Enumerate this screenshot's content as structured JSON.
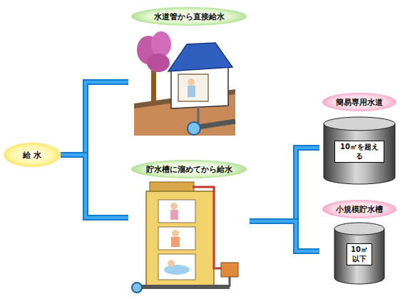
{
  "diagram": {
    "nodes": [
      {
        "text": [
          "給 水"
        ]
      },
      {
        "text": [
          "水道管から直接給水"
        ]
      },
      {
        "text": [
          "貯水槽に溜めてから給水"
        ]
      },
      {
        "text": [
          "簡易専用水道",
          "10㎥を超える"
        ]
      },
      {
        "text": [
          "小規模貯水槽",
          "10㎥ 以下"
        ]
      }
    ],
    "edges": [
      {
        "from": 0,
        "to": 1,
        "arrow": "none"
      },
      {
        "from": 0,
        "to": 2,
        "arrow": "none"
      },
      {
        "from": 2,
        "to": 3,
        "arrow": "none"
      },
      {
        "from": 2,
        "to": 4,
        "arrow": "none"
      }
    ]
  }
}
